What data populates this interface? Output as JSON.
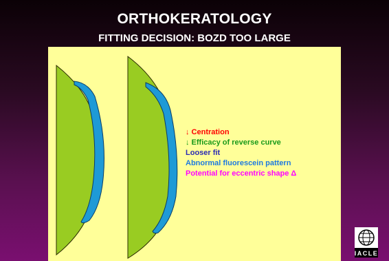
{
  "slide": {
    "title": "ORTHOKERATOLOGY",
    "subtitle": "FITTING DECISION: BOZD TOO LARGE"
  },
  "bullets": [
    {
      "text": "↓ Centration",
      "color": "#ff0000"
    },
    {
      "text": "↓ Efficacy of reverse curve",
      "color": "#1a9a1a"
    },
    {
      "text": "Looser fit",
      "color": "#2b2bb5"
    },
    {
      "text": "Abnormal fluorescein pattern",
      "color": "#1f7ae0"
    },
    {
      "text": "Potential for eccentric shape Δ",
      "color": "#ff00ff"
    }
  ],
  "diagram": {
    "cornea_color": "#99cc22",
    "lens_color": "#1e9ad6"
  },
  "logo": {
    "icon": "globe-icon",
    "text": "IACLE"
  }
}
